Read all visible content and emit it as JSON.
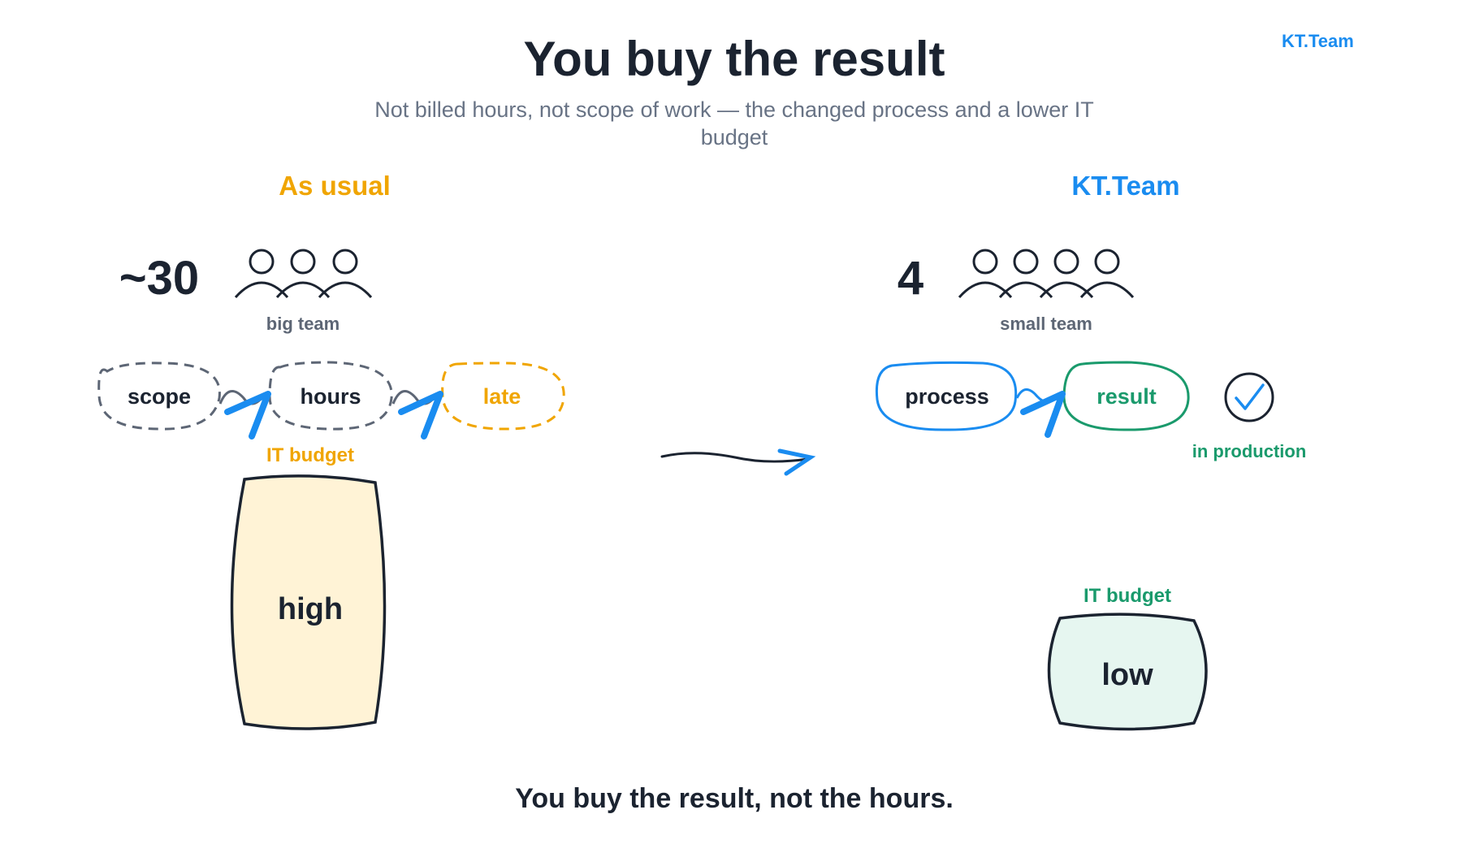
{
  "header": {
    "title": "You buy the result",
    "subtitle": "Not billed hours, not scope of work — the changed process and a lower IT budget",
    "brand": "KT.Team"
  },
  "left": {
    "heading": "As usual",
    "team_count": "~30",
    "team_label": "big team",
    "flow": [
      "scope",
      "hours",
      "late"
    ],
    "budget_label": "IT budget",
    "budget_value": "high"
  },
  "right": {
    "heading": "KT.Team",
    "team_count": "4",
    "team_label": "small team",
    "flow": [
      "process",
      "result"
    ],
    "check_label": "in production",
    "budget_label": "IT budget",
    "budget_value": "low"
  },
  "footer": {
    "tagline": "You buy the result, not the hours."
  },
  "colors": {
    "dark": "#1b2330",
    "gray": "#5d6675",
    "orange": "#f0a500",
    "blue": "#1a8cf0",
    "green": "#1a9a6c",
    "high_fill": "#fff3d6",
    "low_fill": "#e6f6f0"
  }
}
